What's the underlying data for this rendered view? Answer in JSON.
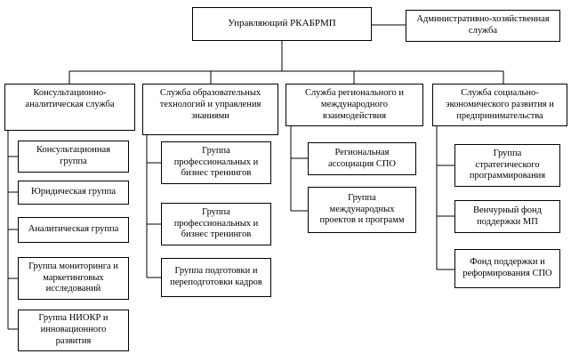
{
  "chart_data": {
    "type": "org_chart",
    "root": "Управляющий РКАБРМП",
    "side": "Административно-хозяйственная\nслужба",
    "columns": [
      {
        "title": "Консультационно-\nаналитическая служба",
        "items": [
          "Консультационная\nгруппа",
          "Юридическая группа",
          "Аналитическая группа",
          "Группа мониторинга и\nмаркетинговых\nисследований",
          "Группа НИОКР и\nинновационного\nразвития"
        ]
      },
      {
        "title": "Служба образовательных\nтехнологий и управления\nзнаниями",
        "items": [
          "Группа\nпрофессиональных и\nбизнес тренингов",
          "Группа\nпрофессиональных и\nбизнес тренингов",
          "Группа подготовки и\nпереподготовки кадров"
        ]
      },
      {
        "title": "Служба регионального и\nмеждународного\nвзаимодействия",
        "items": [
          "Региональная\nассоциация СПО",
          "Группа\nмеждународных\nпроектов и программ"
        ]
      },
      {
        "title": "Служба социально-\nэкономического развития и\nпредпринимательства",
        "items": [
          "Группа\nстратегического\nпрограммирования",
          "Венчурный фонд\nподдержки МП",
          "Фонд поддержки и\nреформирования СПО"
        ]
      }
    ]
  }
}
